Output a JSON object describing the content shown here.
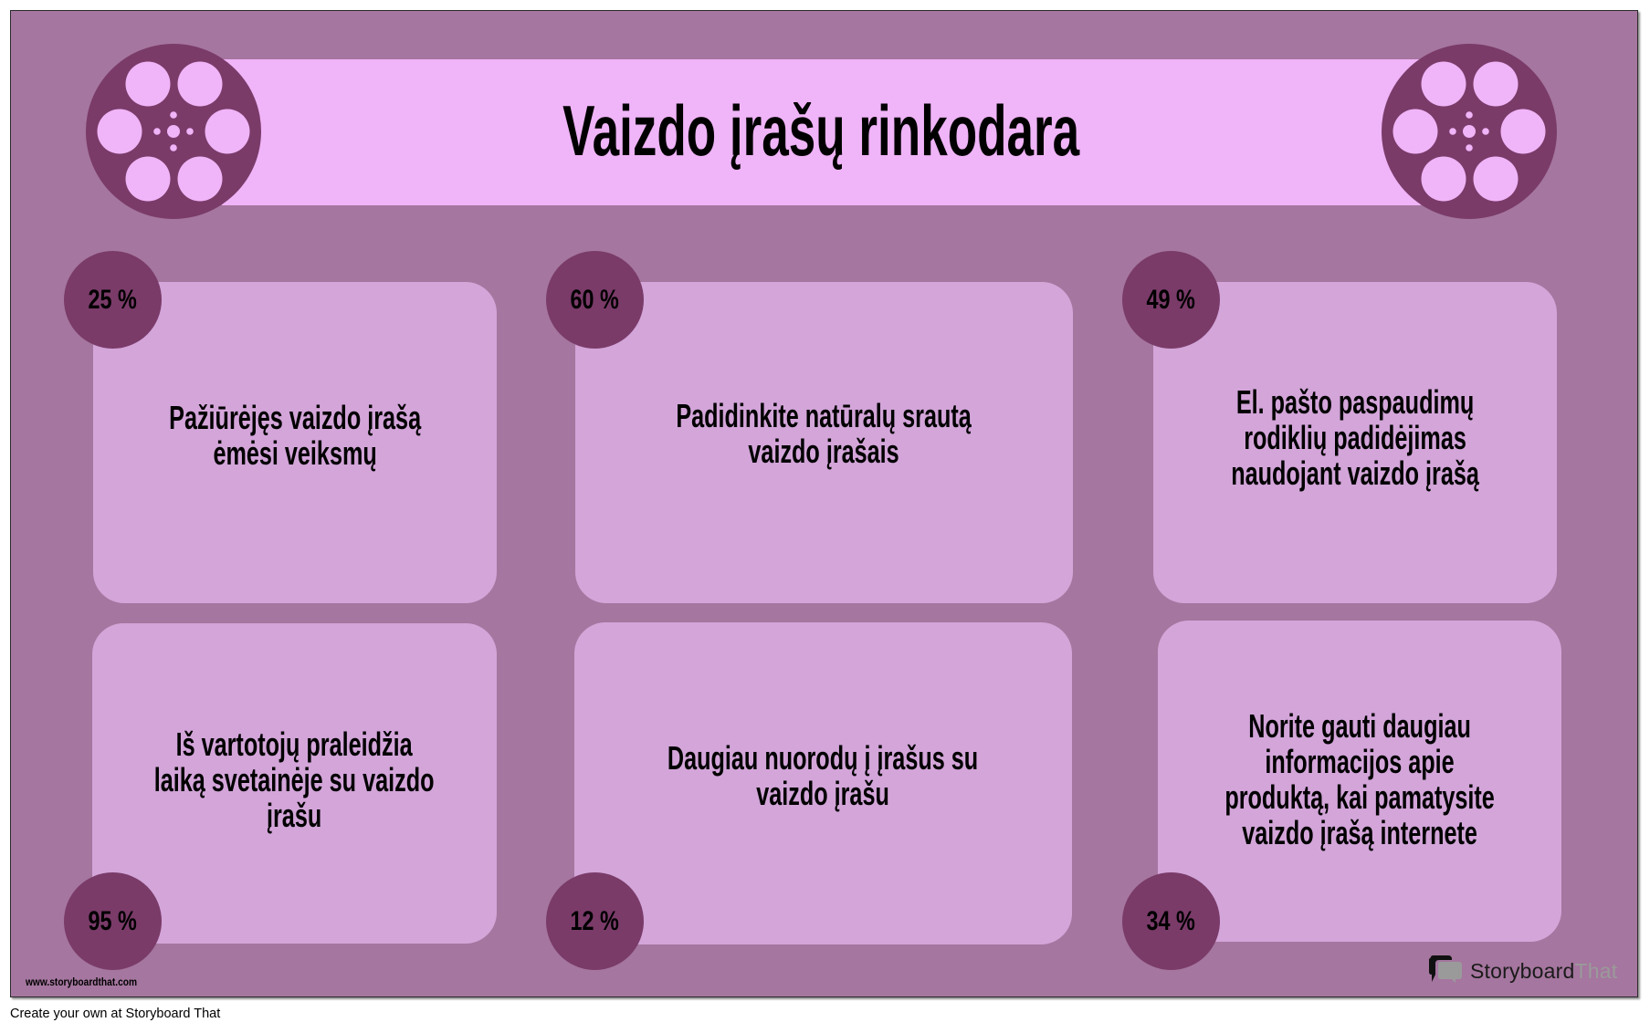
{
  "poster": {
    "title": "Vaizdo įrašų rinkodara",
    "colors": {
      "background": "#A5769F",
      "banner": "#F0B4F8",
      "card": "#D3A5D9",
      "accent_dark": "#7A3B69",
      "text": "#000000"
    },
    "reels": [
      {
        "icon": "film-reel-icon",
        "position": "left"
      },
      {
        "icon": "film-reel-icon",
        "position": "right"
      }
    ],
    "stats": [
      {
        "percent": "25 %",
        "lines": [
          "Pažiūrėjęs vaizdo įrašą",
          "ėmėsi veiksmų"
        ]
      },
      {
        "percent": "60 %",
        "lines": [
          "Padidinkite natūralų srautą",
          "vaizdo įrašais"
        ]
      },
      {
        "percent": "49 %",
        "lines": [
          "El. pašto paspaudimų",
          "rodiklių padidėjimas",
          "naudojant vaizdo įrašą"
        ]
      },
      {
        "percent": "95 %",
        "lines": [
          "Iš vartotojų praleidžia",
          "laiką svetainėje su vaizdo",
          "įrašu"
        ]
      },
      {
        "percent": "12 %",
        "lines": [
          "Daugiau nuorodų į įrašus su",
          "vaizdo įrašu"
        ]
      },
      {
        "percent": "34 %",
        "lines": [
          "Norite gauti daugiau",
          "informacijos apie",
          "produktą, kai pamatysite",
          "vaizdo įrašą internete"
        ]
      }
    ],
    "website": "www.storyboardthat.com",
    "logo": {
      "part1": "Storyboard",
      "part2": "That",
      "icon": "speech-bubbles-icon"
    }
  },
  "footer": {
    "text": "Create your own at Storyboard That"
  }
}
